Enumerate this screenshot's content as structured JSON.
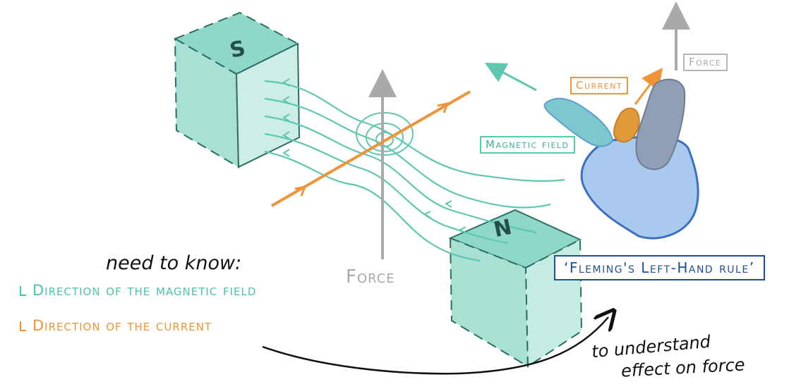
{
  "diagram": {
    "magnets": {
      "south_label": "S",
      "north_label": "N"
    },
    "force_label_center": "Force",
    "hand_labels": {
      "force": "Force",
      "current": "Current",
      "magnetic_field": "Magnetic field"
    },
    "rule_box": "‘Fleming's Left-Hand rule’",
    "notes": {
      "heading": "need to know:",
      "items": [
        {
          "text": "Direction of the magnetic field",
          "color": "#4cc2ad"
        },
        {
          "text": "Direction of the current",
          "color": "#f0943a"
        }
      ],
      "arrow_note_line1": "to understand",
      "arrow_note_line2": "effect on force"
    },
    "colors": {
      "magnet_fill": "#a8e0d4",
      "magnet_edge": "#2b6e62",
      "field": "#5ec7b0",
      "current": "#f0943a",
      "force": "#a9a9a9",
      "rule_box": "#1f4e9c",
      "hand": "#a9c9ee",
      "hand_edge": "#3b6fbf"
    }
  }
}
